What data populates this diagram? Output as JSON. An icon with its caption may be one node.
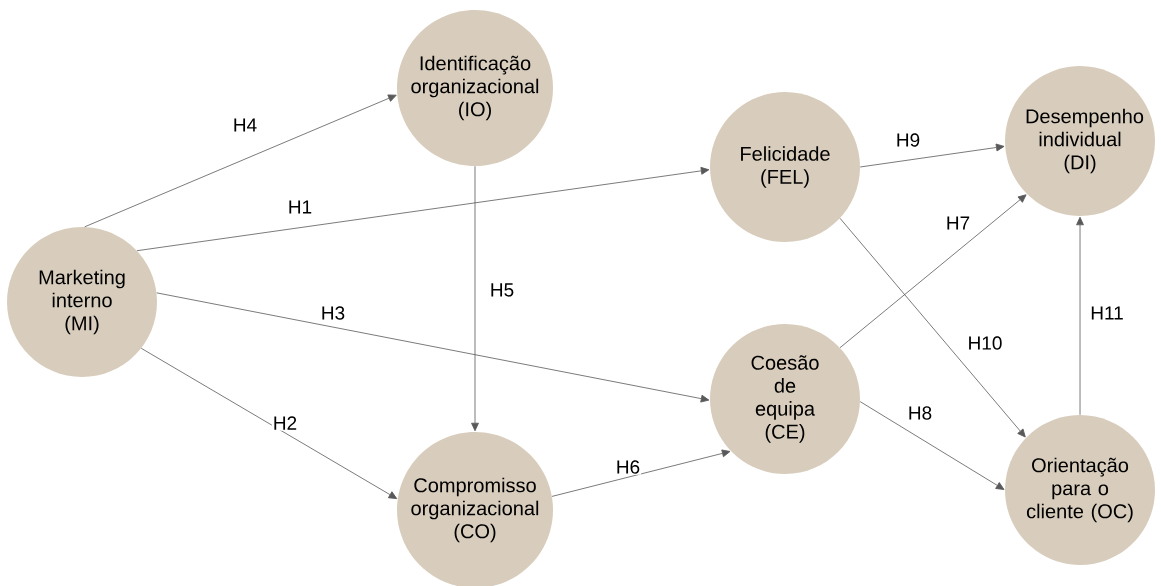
{
  "diagram": {
    "nodes": [
      {
        "text": [
          "Marketing interno (MI)"
        ]
      },
      {
        "text": [
          "Identificação organizacional (IO)"
        ]
      },
      {
        "text": [
          "Compromisso organizacional (CO)"
        ]
      },
      {
        "text": [
          "Felicidade (FEL)"
        ]
      },
      {
        "text": [
          "Coesão de equipa (CE)"
        ]
      },
      {
        "text": [
          "Desempenho individual (DI)"
        ]
      },
      {
        "text": [
          "Orientação para o cliente (OC)"
        ]
      }
    ],
    "edges": [
      {
        "from": 0,
        "to": 3,
        "arrow": "to",
        "label": "H1"
      },
      {
        "from": 0,
        "to": 2,
        "arrow": "to",
        "label": "H2"
      },
      {
        "from": 0,
        "to": 4,
        "arrow": "to",
        "label": "H3"
      },
      {
        "from": 0,
        "to": 1,
        "arrow": "to",
        "label": "H4"
      },
      {
        "from": 1,
        "to": 2,
        "arrow": "to",
        "label": "H5"
      },
      {
        "from": 2,
        "to": 4,
        "arrow": "to",
        "label": "H6"
      },
      {
        "from": 4,
        "to": 5,
        "arrow": "to",
        "label": "H7"
      },
      {
        "from": 4,
        "to": 6,
        "arrow": "to",
        "label": "H8"
      },
      {
        "from": 3,
        "to": 5,
        "arrow": "to",
        "label": "H9"
      },
      {
        "from": 3,
        "to": 6,
        "arrow": "to",
        "label": "H10"
      },
      {
        "from": 6,
        "to": 5,
        "arrow": "to",
        "label": "H11"
      }
    ]
  }
}
